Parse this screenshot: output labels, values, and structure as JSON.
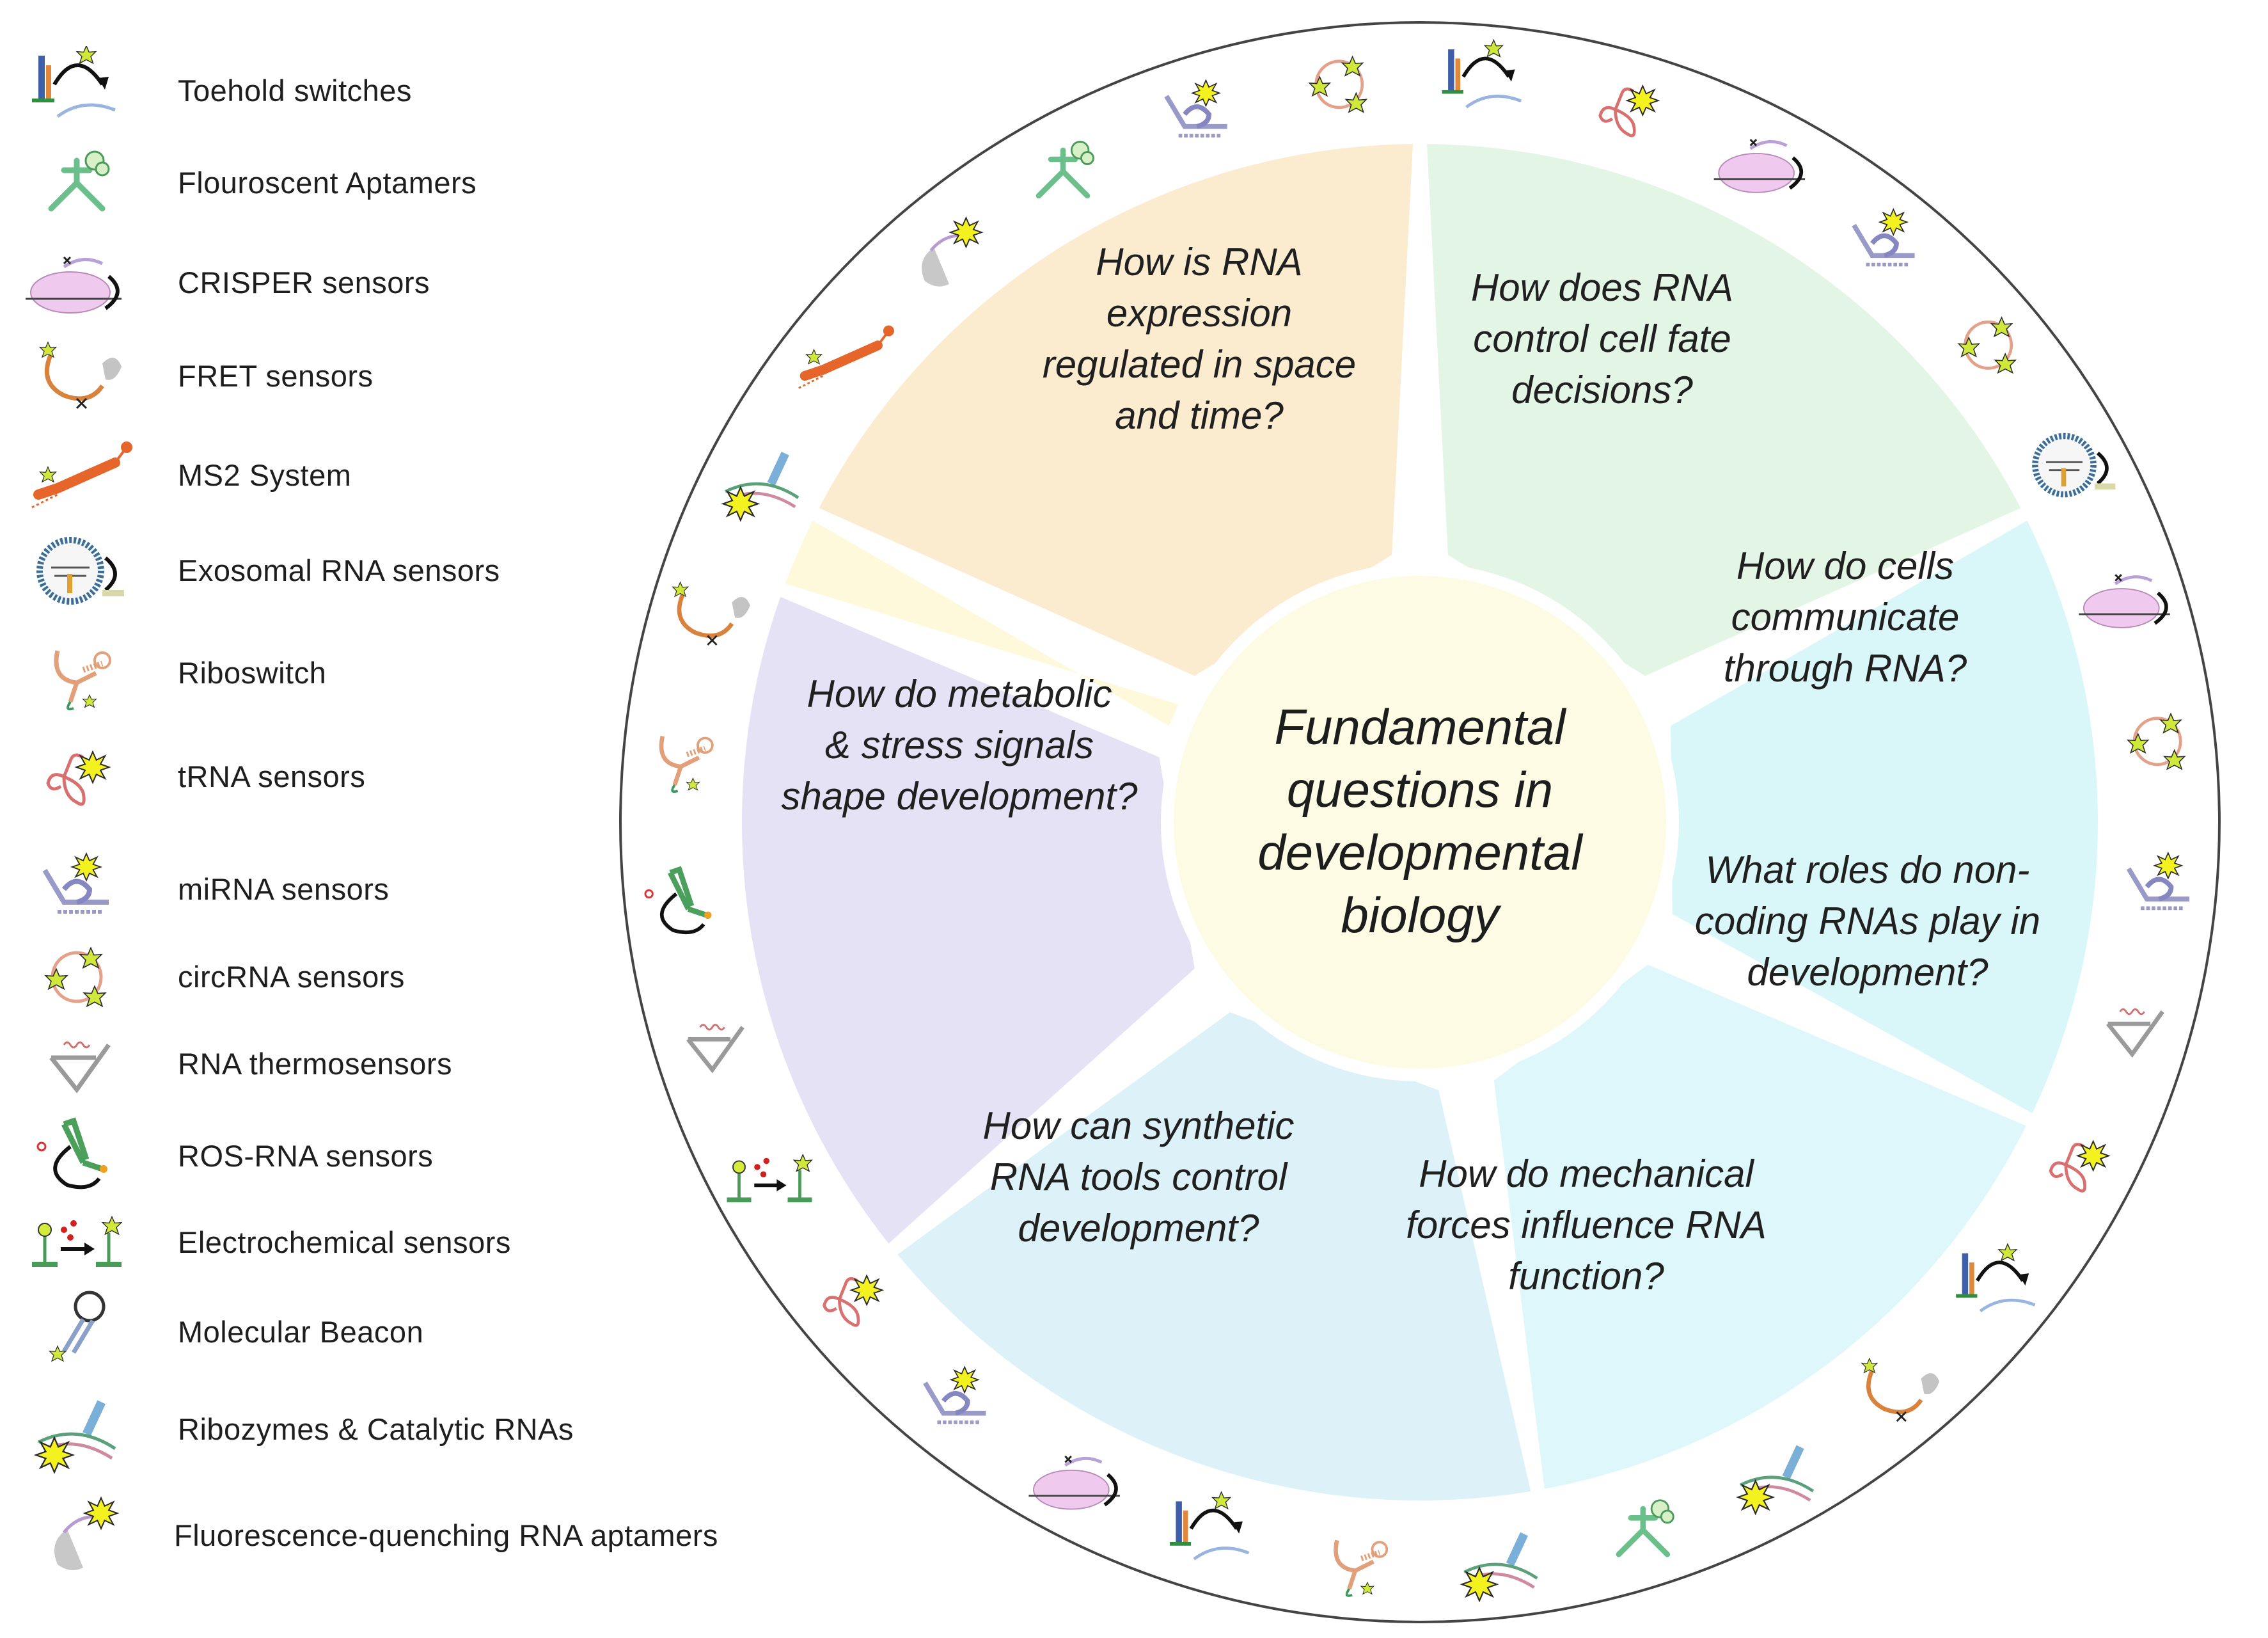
{
  "diagram": {
    "center_title": [
      "Fundamental",
      "questions in",
      "developmental",
      "biology"
    ],
    "segments": [
      {
        "id": "space-time",
        "lines": [
          "How is RNA",
          "expression",
          "regulated in space",
          "and time?"
        ],
        "color": "#fbebcf"
      },
      {
        "id": "cell-fate",
        "lines": [
          "How does RNA",
          "control cell fate",
          "decisions?"
        ],
        "color": "#e3f6e6"
      },
      {
        "id": "communication",
        "lines": [
          "How do cells",
          "communicate",
          "through RNA?"
        ],
        "color": "#d9f7f9"
      },
      {
        "id": "non-coding",
        "lines": [
          "What roles do non-",
          "coding RNAs play in",
          "development?"
        ],
        "color": "#def7fb"
      },
      {
        "id": "mechanical",
        "lines": [
          "How do mechanical",
          "forces influence RNA",
          "function?"
        ],
        "color": "#dcf1f8"
      },
      {
        "id": "synthetic",
        "lines": [
          "How can synthetic",
          "RNA tools control",
          "development?"
        ],
        "color": "#e6e2f5"
      },
      {
        "id": "metabolic",
        "lines": [
          "How do metabolic",
          "& stress signals",
          "shape development?"
        ],
        "color": "#fdf9da"
      }
    ],
    "center_color": "#fdfbe4"
  },
  "legend": [
    {
      "label": "Toehold switches",
      "icon": "toehold-switch-icon"
    },
    {
      "label": "Flouroscent Aptamers",
      "icon": "fluorescent-aptamer-icon"
    },
    {
      "label": "CRISPER sensors",
      "icon": "crispr-sensor-icon"
    },
    {
      "label": "FRET sensors",
      "icon": "fret-sensor-icon"
    },
    {
      "label": "MS2 System",
      "icon": "ms2-system-icon"
    },
    {
      "label": "Exosomal RNA sensors",
      "icon": "exosomal-sensor-icon"
    },
    {
      "label": "Riboswitch",
      "icon": "riboswitch-icon"
    },
    {
      "label": "tRNA sensors",
      "icon": "trna-sensor-icon"
    },
    {
      "label": "miRNA sensors",
      "icon": "mirna-sensor-icon"
    },
    {
      "label": "circRNA sensors",
      "icon": "circrna-sensor-icon"
    },
    {
      "label": "RNA thermosensors",
      "icon": "thermosensor-icon"
    },
    {
      "label": "ROS-RNA sensors",
      "icon": "ros-sensor-icon"
    },
    {
      "label": "Electrochemical sensors",
      "icon": "electrochemical-sensor-icon"
    },
    {
      "label": "Molecular Beacon",
      "icon": "molecular-beacon-icon"
    },
    {
      "label": "Ribozymes & Catalytic RNAs",
      "icon": "ribozyme-icon"
    },
    {
      "label": "Fluorescence-quenching RNA aptamers",
      "icon": "quenching-aptamer-icon"
    }
  ],
  "ring_icons": [
    "quenching-aptamer-icon",
    "fluorescent-aptamer-icon",
    "mirna-sensor-icon",
    "circrna-sensor-icon",
    "toehold-switch-icon",
    "trna-sensor-icon",
    "crispr-sensor-icon",
    "mirna-sensor-icon",
    "circrna-sensor-icon",
    "exosomal-sensor-icon",
    "crispr-sensor-icon",
    "circrna-sensor-icon",
    "mirna-sensor-icon",
    "thermosensor-icon",
    "trna-sensor-icon",
    "toehold-switch-icon",
    "fret-sensor-icon",
    "ribozyme-icon",
    "fluorescent-aptamer-icon",
    "ribozyme-icon",
    "riboswitch-icon",
    "toehold-switch-icon",
    "crispr-sensor-icon",
    "mirna-sensor-icon",
    "trna-sensor-icon",
    "electrochemical-sensor-icon",
    "thermosensor-icon",
    "ros-sensor-icon",
    "riboswitch-icon",
    "fret-sensor-icon",
    "ribozyme-icon",
    "ms2-system-icon"
  ]
}
